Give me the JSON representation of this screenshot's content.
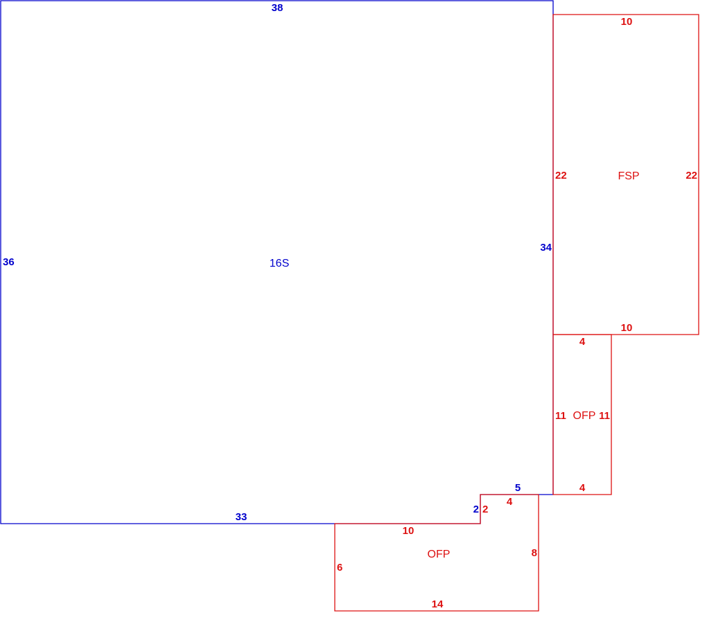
{
  "colors": {
    "main_structure": "#0000cc",
    "additions": "#dd1111",
    "background": "#ffffff"
  },
  "main_area": {
    "code": "16S",
    "dims": {
      "top": "38",
      "left": "36",
      "right": "34",
      "bottom": "33",
      "notch_vertical": "2",
      "notch_top": "5"
    }
  },
  "fsp_area": {
    "code": "FSP",
    "dims": {
      "top": "10",
      "left": "22",
      "right": "22",
      "bottom": "10"
    }
  },
  "ofp_upper_area": {
    "code": "OFP",
    "dims": {
      "top": "4",
      "left": "11",
      "right": "11",
      "bottom": "4"
    }
  },
  "ofp_lower_area": {
    "code": "OFP",
    "dims": {
      "top_short": "4",
      "notch_vertical": "2",
      "top_long": "10",
      "right": "8",
      "left": "6",
      "bottom": "14"
    }
  }
}
